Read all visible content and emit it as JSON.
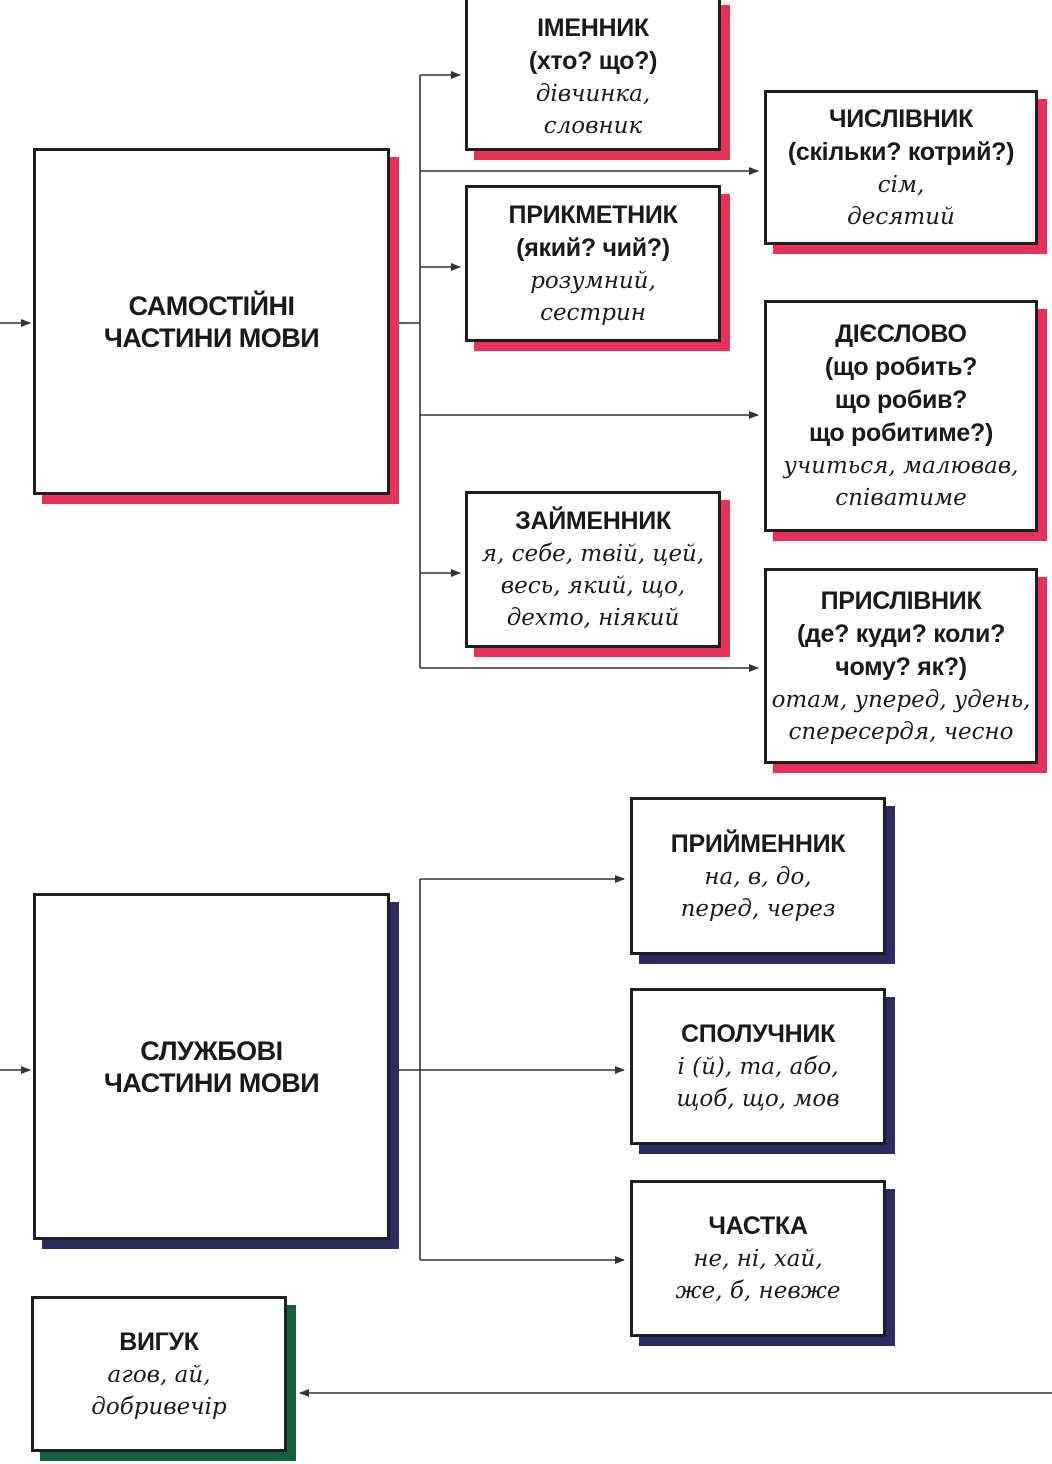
{
  "colors": {
    "independent_shadow": "#e8325a",
    "auxiliary_shadow": "#2b2a63",
    "interjection_shadow": "#16603d",
    "line": "#333333"
  },
  "independent": {
    "title_line1": "САМОСТІЙНІ",
    "title_line2": "ЧАСТИНИ МОВИ",
    "items": [
      {
        "title": "ІМЕННИК",
        "q1": "(хто? що?)",
        "ex1": "дівчинка,",
        "ex2": "словник"
      },
      {
        "title": "ПРИКМЕТНИК",
        "q1": "(який? чий?)",
        "ex1": "розумний,",
        "ex2": "сестрин"
      },
      {
        "title": "ЧИСЛІВНИК",
        "q1": "(скільки? котрий?)",
        "ex1": "сім,",
        "ex2": "десятий"
      },
      {
        "title": "ДІЄСЛОВО",
        "q1": "(що робить?",
        "q2": "що робив?",
        "q3": "що робитиме?)",
        "ex1": "учиться, малював,",
        "ex2": "співатиме"
      },
      {
        "title": "ЗАЙМЕННИК",
        "ex1": "я, себе, твій, цей,",
        "ex2": "весь, який, що,",
        "ex3": "дехто, ніякий"
      },
      {
        "title": "ПРИСЛІВНИК",
        "q1": "(де? куди? коли?",
        "q2": "чому? як?)",
        "ex1": "отам, уперед, удень,",
        "ex2": "спересердя, чесно"
      }
    ]
  },
  "auxiliary": {
    "title_line1": "СЛУЖБОВІ",
    "title_line2": "ЧАСТИНИ МОВИ",
    "items": [
      {
        "title": "ПРИЙМЕННИК",
        "ex1": "на, в, до,",
        "ex2": "перед, через"
      },
      {
        "title": "СПОЛУЧНИК",
        "ex1": "і (й), та, або,",
        "ex2": "щоб, що, мов"
      },
      {
        "title": "ЧАСТКА",
        "ex1": "не, ні, хай,",
        "ex2": "же, б, невже"
      }
    ]
  },
  "interjection": {
    "title": "ВИГУК",
    "ex1": "агов, ай,",
    "ex2": "добривечір"
  }
}
